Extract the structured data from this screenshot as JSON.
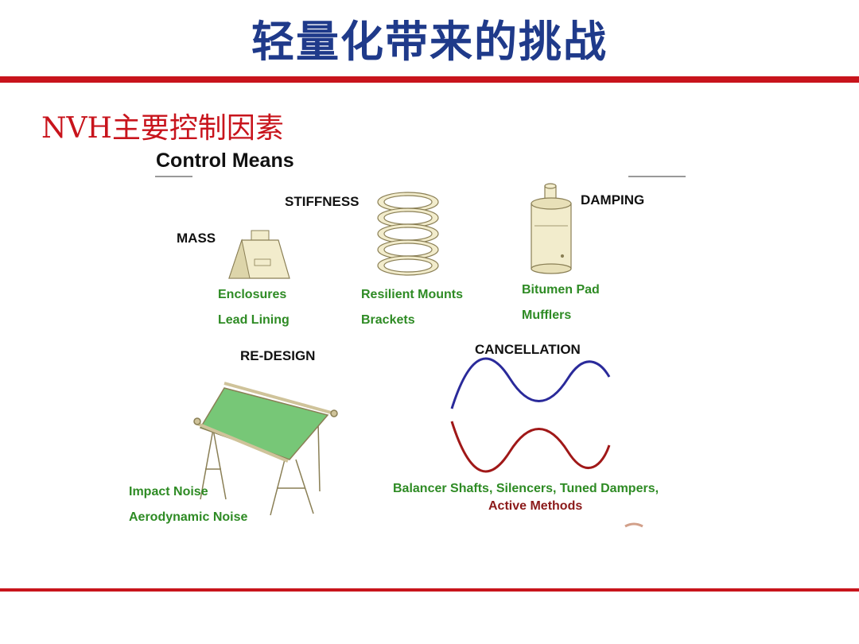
{
  "slide": {
    "title": "轻量化带来的挑战",
    "subtitle": "NVH主要控制因素"
  },
  "figure": {
    "heading": "Control Means",
    "categories": {
      "mass": {
        "label": "MASS",
        "items": [
          "Enclosures",
          "Lead Lining"
        ]
      },
      "stiffness": {
        "label": "STIFFNESS",
        "items": [
          "Resilient Mounts",
          "Brackets"
        ]
      },
      "damping": {
        "label": "DAMPING",
        "items": [
          "Bitumen Pad",
          "Mufflers"
        ]
      },
      "redesign": {
        "label": "RE-DESIGN",
        "items": [
          "Impact Noise",
          "Aerodynamic Noise"
        ]
      },
      "cancellation": {
        "label": "CANCELLATION",
        "items": [
          "Balancer Shafts, Silencers, Tuned Dampers,",
          "Active Methods"
        ]
      }
    }
  },
  "colors": {
    "title": "#1f3a8a",
    "rule": "#c8141c",
    "item_text": "#2e8b24",
    "cancel_text": "#8b1a1a",
    "wave_top": "#2a2a9a",
    "wave_bottom": "#a01818",
    "table_top": "#77c777",
    "object_fill": "#f2eccc"
  },
  "icons": {
    "mass": "weight-block-icon",
    "stiffness": "coil-spring-icon",
    "damping": "damper-cylinder-icon",
    "redesign": "trestle-table-icon",
    "cancellation": "sine-waves-icon"
  }
}
